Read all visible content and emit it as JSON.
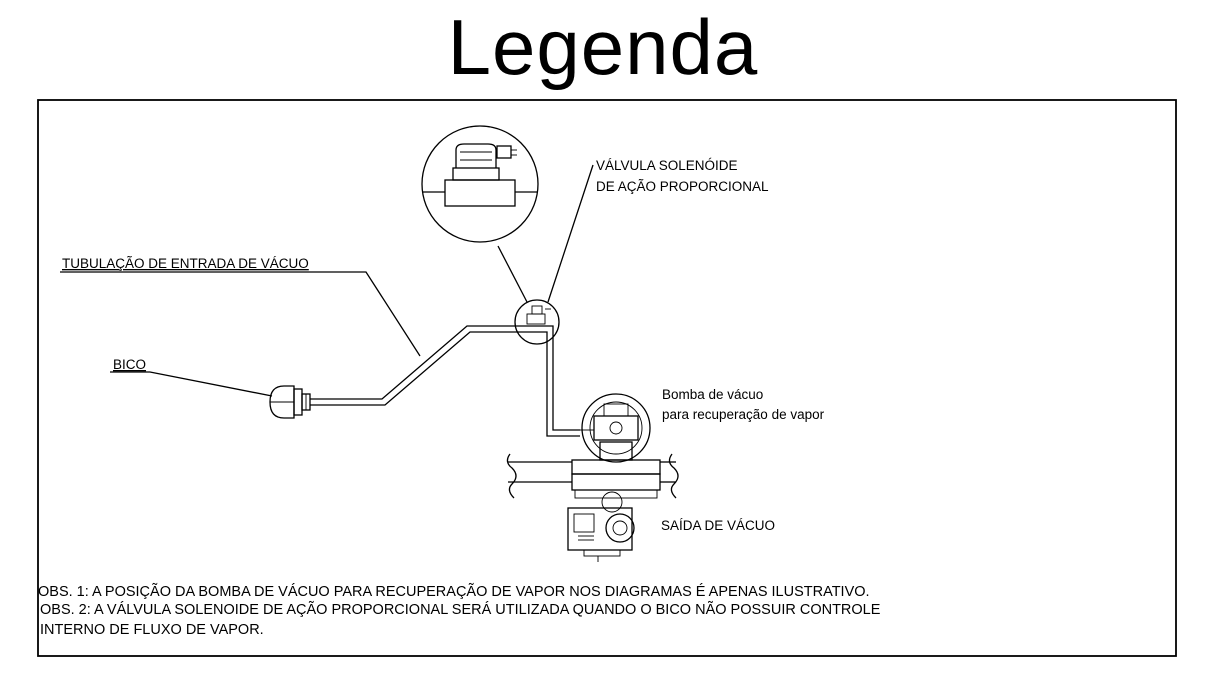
{
  "title": "Legenda",
  "labels": {
    "valve_line1": "VÁLVULA SOLENÓIDE",
    "valve_line2": "DE AÇÃO PROPORCIONAL",
    "tubing": "TUBULAÇÃO DE ENTRADA DE VÁCUO",
    "nozzle": "BICO",
    "pump_line1": "Bomba de vácuo",
    "pump_line2": "para recuperação de vapor",
    "outlet": "SAÍDA DE VÁCUO"
  },
  "notes": {
    "obs1": "OBS. 1: A POSIÇÃO DA BOMBA DE VÁCUO PARA RECUPERAÇÃO DE VAPOR NOS DIAGRAMAS É APENAS ILUSTRATIVO.",
    "obs2_line1": "OBS. 2: A VÁLVULA SOLENOIDE DE AÇÃO PROPORCIONAL SERÁ UTILIZADA QUANDO O BICO NÃO POSSUIR CONTROLE",
    "obs2_line2": "INTERNO DE FLUXO DE VAPOR."
  }
}
